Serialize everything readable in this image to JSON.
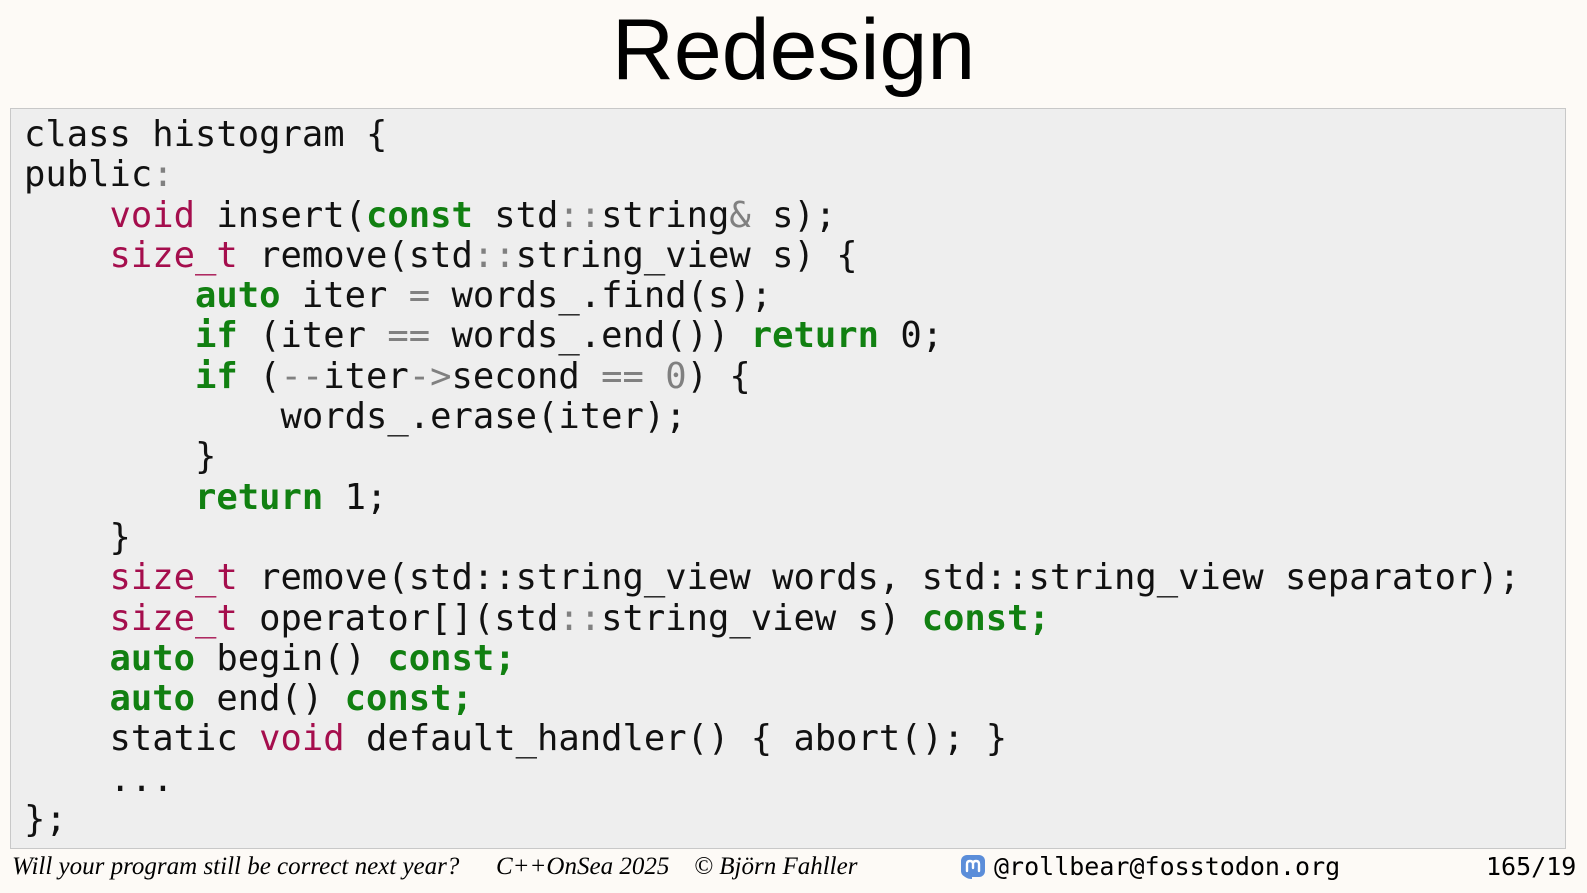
{
  "slide": {
    "title": "Redesign"
  },
  "code": {
    "lines": [
      [
        {
          "t": "class histogram {",
          "c": ""
        }
      ],
      [
        {
          "t": "public",
          "c": ""
        },
        {
          "t": ":",
          "c": "op"
        }
      ],
      [
        {
          "t": "    ",
          "c": ""
        },
        {
          "t": "void",
          "c": "kw-type"
        },
        {
          "t": " insert(",
          "c": ""
        },
        {
          "t": "const",
          "c": "kw-ctl"
        },
        {
          "t": " std",
          "c": ""
        },
        {
          "t": "::",
          "c": "op"
        },
        {
          "t": "string",
          "c": ""
        },
        {
          "t": "&",
          "c": "op"
        },
        {
          "t": " s);",
          "c": ""
        }
      ],
      [
        {
          "t": "    ",
          "c": ""
        },
        {
          "t": "size_t",
          "c": "kw-type"
        },
        {
          "t": " remove(std",
          "c": ""
        },
        {
          "t": "::",
          "c": "op"
        },
        {
          "t": "string_view s) {",
          "c": ""
        }
      ],
      [
        {
          "t": "        ",
          "c": ""
        },
        {
          "t": "auto",
          "c": "kw-ctl"
        },
        {
          "t": " iter ",
          "c": ""
        },
        {
          "t": "=",
          "c": "op"
        },
        {
          "t": " words_.find(s);",
          "c": ""
        }
      ],
      [
        {
          "t": "        ",
          "c": ""
        },
        {
          "t": "if",
          "c": "kw-ctl"
        },
        {
          "t": " (iter ",
          "c": ""
        },
        {
          "t": "==",
          "c": "op"
        },
        {
          "t": " words_.end()) ",
          "c": ""
        },
        {
          "t": "return",
          "c": "kw-ctl"
        },
        {
          "t": " 0;",
          "c": ""
        }
      ],
      [
        {
          "t": "        ",
          "c": ""
        },
        {
          "t": "if",
          "c": "kw-ctl"
        },
        {
          "t": " (",
          "c": ""
        },
        {
          "t": "--",
          "c": "op"
        },
        {
          "t": "iter",
          "c": ""
        },
        {
          "t": "->",
          "c": "op"
        },
        {
          "t": "second ",
          "c": ""
        },
        {
          "t": "==",
          "c": "op"
        },
        {
          "t": " ",
          "c": ""
        },
        {
          "t": "0",
          "c": "op"
        },
        {
          "t": ") {",
          "c": ""
        }
      ],
      [
        {
          "t": "            words_.erase(iter);",
          "c": ""
        }
      ],
      [
        {
          "t": "        }",
          "c": ""
        }
      ],
      [
        {
          "t": "        ",
          "c": ""
        },
        {
          "t": "return",
          "c": "kw-ctl"
        },
        {
          "t": " 1;",
          "c": ""
        }
      ],
      [
        {
          "t": "    }",
          "c": ""
        }
      ],
      [
        {
          "t": "    ",
          "c": ""
        },
        {
          "t": "size_t",
          "c": "kw-type"
        },
        {
          "t": " remove(std::string_view words, std::string_view separator);",
          "c": ""
        }
      ],
      [
        {
          "t": "    ",
          "c": ""
        },
        {
          "t": "size_t",
          "c": "kw-type"
        },
        {
          "t": " operator[](std",
          "c": ""
        },
        {
          "t": "::",
          "c": "op"
        },
        {
          "t": "string_view s) ",
          "c": ""
        },
        {
          "t": "const;",
          "c": "kw-ctl"
        }
      ],
      [
        {
          "t": "    ",
          "c": ""
        },
        {
          "t": "auto",
          "c": "kw-ctl"
        },
        {
          "t": " begin() ",
          "c": ""
        },
        {
          "t": "const;",
          "c": "kw-ctl"
        }
      ],
      [
        {
          "t": "    ",
          "c": ""
        },
        {
          "t": "auto",
          "c": "kw-ctl"
        },
        {
          "t": " end() ",
          "c": ""
        },
        {
          "t": "const;",
          "c": "kw-ctl"
        }
      ],
      [
        {
          "t": "    static ",
          "c": ""
        },
        {
          "t": "void",
          "c": "kw-type"
        },
        {
          "t": " default_handler() { abort(); }",
          "c": ""
        }
      ],
      [
        {
          "t": "    ...",
          "c": ""
        }
      ],
      [
        {
          "t": "};",
          "c": ""
        }
      ]
    ]
  },
  "footer": {
    "talk_title": "Will your program still be correct next year?",
    "conference": "C++OnSea 2025",
    "author": "© Björn Fahller",
    "mastodon_icon": "mastodon-icon",
    "handle": "@rollbear@fosstodon.org",
    "page_number": "165/19"
  },
  "colors": {
    "background": "#fdfaf6",
    "code_background": "#eeeeee",
    "type_keyword": "#a50e4d",
    "control_keyword": "#118011",
    "operator": "#808080",
    "mastodon": "#6364ff"
  }
}
